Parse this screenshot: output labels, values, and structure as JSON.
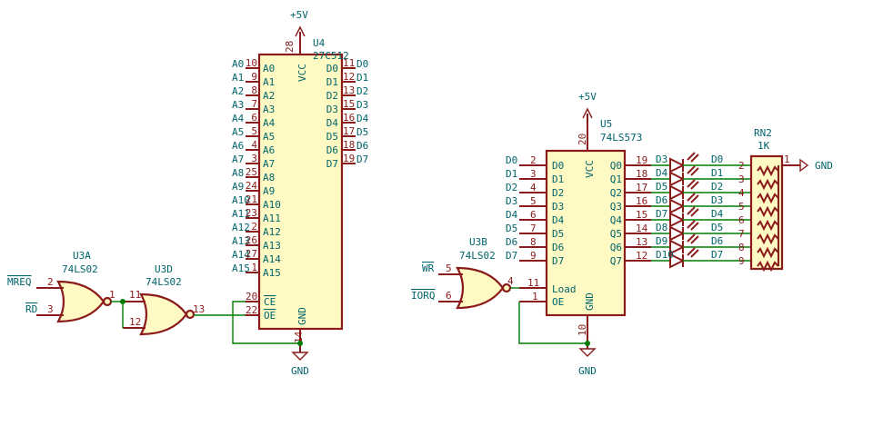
{
  "u4": {
    "ref": "U4",
    "part": "27C512",
    "power": "+5V",
    "ground": "GND",
    "vcc_pin": "28",
    "vcc_label": "VCC",
    "gnd_pin": "14",
    "gnd_label": "GND",
    "addr": [
      {
        "net": "A0",
        "pin": "10",
        "name": "A0"
      },
      {
        "net": "A1",
        "pin": "9",
        "name": "A1"
      },
      {
        "net": "A2",
        "pin": "8",
        "name": "A2"
      },
      {
        "net": "A3",
        "pin": "7",
        "name": "A3"
      },
      {
        "net": "A4",
        "pin": "6",
        "name": "A4"
      },
      {
        "net": "A5",
        "pin": "5",
        "name": "A5"
      },
      {
        "net": "A6",
        "pin": "4",
        "name": "A6"
      },
      {
        "net": "A7",
        "pin": "3",
        "name": "A7"
      },
      {
        "net": "A8",
        "pin": "25",
        "name": "A8"
      },
      {
        "net": "A9",
        "pin": "24",
        "name": "A9"
      },
      {
        "net": "A10",
        "pin": "21",
        "name": "A10"
      },
      {
        "net": "A11",
        "pin": "23",
        "name": "A11"
      },
      {
        "net": "A12",
        "pin": "2",
        "name": "A12"
      },
      {
        "net": "A13",
        "pin": "26",
        "name": "A13"
      },
      {
        "net": "A14",
        "pin": "27",
        "name": "A14"
      },
      {
        "net": "A15",
        "pin": "1",
        "name": "A15"
      }
    ],
    "data": [
      {
        "name": "D0",
        "pin": "11",
        "net": "D0"
      },
      {
        "name": "D1",
        "pin": "12",
        "net": "D1"
      },
      {
        "name": "D2",
        "pin": "13",
        "net": "D2"
      },
      {
        "name": "D3",
        "pin": "15",
        "net": "D3"
      },
      {
        "name": "D4",
        "pin": "16",
        "net": "D4"
      },
      {
        "name": "D5",
        "pin": "17",
        "net": "D5"
      },
      {
        "name": "D6",
        "pin": "18",
        "net": "D6"
      },
      {
        "name": "D7",
        "pin": "19",
        "net": "D7"
      }
    ],
    "ctrl": [
      {
        "name": "CE",
        "pin": "20"
      },
      {
        "name": "OE",
        "pin": "22"
      }
    ]
  },
  "u3a": {
    "ref": "U3A",
    "part": "74LS02",
    "in1_net": "MREQ",
    "in1_pin": "2",
    "in2_net": "RD",
    "in2_pin": "3",
    "out_pin": "1"
  },
  "u3d": {
    "ref": "U3D",
    "part": "74LS02",
    "in1_pin": "11",
    "in2_pin": "12",
    "out_pin": "13"
  },
  "u3b": {
    "ref": "U3B",
    "part": "74LS02",
    "in1_net": "WR",
    "in1_pin": "5",
    "in2_net": "IORQ",
    "in2_pin": "6",
    "out_pin": "4"
  },
  "u5": {
    "ref": "U5",
    "part": "74LS573",
    "power": "+5V",
    "ground": "GND",
    "vcc_pin": "20",
    "vcc_label": "VCC",
    "gnd_pin": "10",
    "gnd_label": "GND",
    "inputs": [
      {
        "net": "D0",
        "pin": "2",
        "name": "D0"
      },
      {
        "net": "D1",
        "pin": "3",
        "name": "D1"
      },
      {
        "net": "D2",
        "pin": "4",
        "name": "D2"
      },
      {
        "net": "D3",
        "pin": "5",
        "name": "D3"
      },
      {
        "net": "D4",
        "pin": "6",
        "name": "D4"
      },
      {
        "net": "D5",
        "pin": "7",
        "name": "D5"
      },
      {
        "net": "D6",
        "pin": "8",
        "name": "D6"
      },
      {
        "net": "D7",
        "pin": "9",
        "name": "D7"
      }
    ],
    "outputs": [
      {
        "name": "Q0",
        "pin": "19"
      },
      {
        "name": "Q1",
        "pin": "18"
      },
      {
        "name": "Q2",
        "pin": "17"
      },
      {
        "name": "Q3",
        "pin": "16"
      },
      {
        "name": "Q4",
        "pin": "15"
      },
      {
        "name": "Q5",
        "pin": "14"
      },
      {
        "name": "Q6",
        "pin": "13"
      },
      {
        "name": "Q7",
        "pin": "12"
      }
    ],
    "load_label": "Load",
    "load_pin": "11",
    "oe_label": "OE",
    "oe_pin": "1"
  },
  "leds": [
    {
      "ref": "D3",
      "net": "D0"
    },
    {
      "ref": "D4",
      "net": "D1"
    },
    {
      "ref": "D5",
      "net": "D2"
    },
    {
      "ref": "D6",
      "net": "D3"
    },
    {
      "ref": "D7",
      "net": "D4"
    },
    {
      "ref": "D8",
      "net": "D5"
    },
    {
      "ref": "D9",
      "net": "D6"
    },
    {
      "ref": "D10",
      "net": "D7"
    }
  ],
  "rn2": {
    "ref": "RN2",
    "value": "1K",
    "common_pin": "1",
    "gnd": "GND",
    "pins": [
      "2",
      "3",
      "4",
      "5",
      "6",
      "7",
      "8",
      "9"
    ]
  }
}
